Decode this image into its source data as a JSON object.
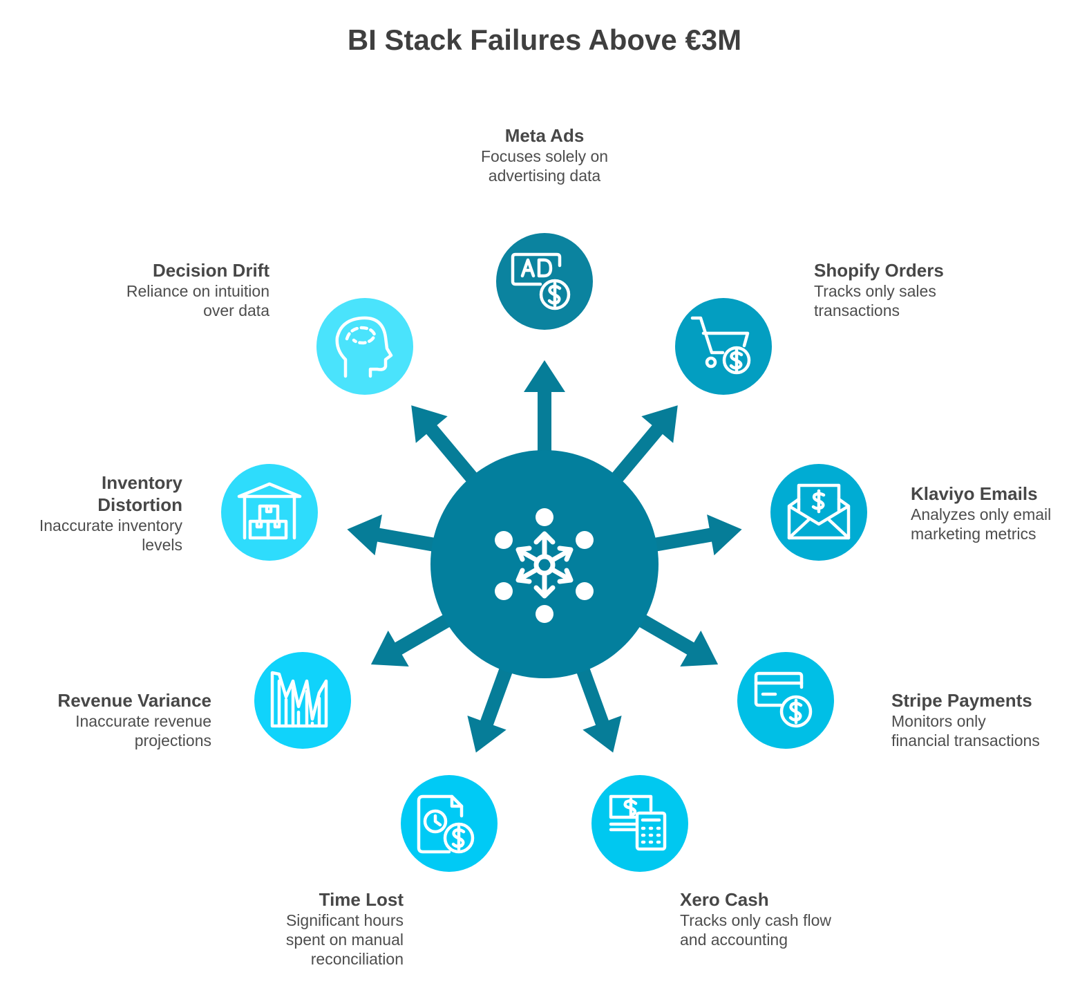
{
  "title": "BI Stack Failures Above €3M",
  "colors": {
    "hub": "#037f9d",
    "arrow": "#067d98",
    "meta_ads": "#0b839f",
    "shopify": "#039ec1",
    "klaviyo": "#00acd3",
    "stripe": "#00bfe6",
    "xero": "#00c8f0",
    "time_lost": "#00caf5",
    "revenue": "#10d3fb",
    "inventory": "#2edcfc",
    "decision": "#4ae3fc"
  },
  "nodes": [
    {
      "id": "meta-ads",
      "title": "Meta Ads",
      "desc": [
        "Focuses solely on",
        "advertising data"
      ],
      "icon": "ad-dollar-icon"
    },
    {
      "id": "shopify-orders",
      "title": "Shopify Orders",
      "desc": [
        "Tracks only sales",
        "transactions"
      ],
      "icon": "cart-dollar-icon"
    },
    {
      "id": "klaviyo-emails",
      "title": "Klaviyo Emails",
      "desc": [
        "Analyzes only email",
        "marketing metrics"
      ],
      "icon": "envelope-dollar-icon"
    },
    {
      "id": "stripe-payments",
      "title": "Stripe Payments",
      "desc": [
        "Monitors only",
        "financial transactions"
      ],
      "icon": "card-dollar-icon"
    },
    {
      "id": "xero-cash",
      "title": "Xero Cash",
      "desc": [
        "Tracks only cash flow",
        "and accounting"
      ],
      "icon": "cash-calculator-icon"
    },
    {
      "id": "time-lost",
      "title": "Time Lost",
      "desc": [
        "Significant hours",
        "spent on manual",
        "reconciliation"
      ],
      "icon": "clock-document-dollar-icon"
    },
    {
      "id": "revenue-variance",
      "title": "Revenue Variance",
      "desc": [
        "Inaccurate revenue",
        "projections"
      ],
      "icon": "volatile-chart-icon"
    },
    {
      "id": "inventory-distortion",
      "title": [
        "Inventory",
        "Distortion"
      ],
      "desc": [
        "Inaccurate inventory",
        "levels"
      ],
      "icon": "warehouse-boxes-icon"
    },
    {
      "id": "decision-drift",
      "title": "Decision Drift",
      "desc": [
        "Reliance on intuition",
        "over data"
      ],
      "icon": "head-brain-icon"
    }
  ]
}
